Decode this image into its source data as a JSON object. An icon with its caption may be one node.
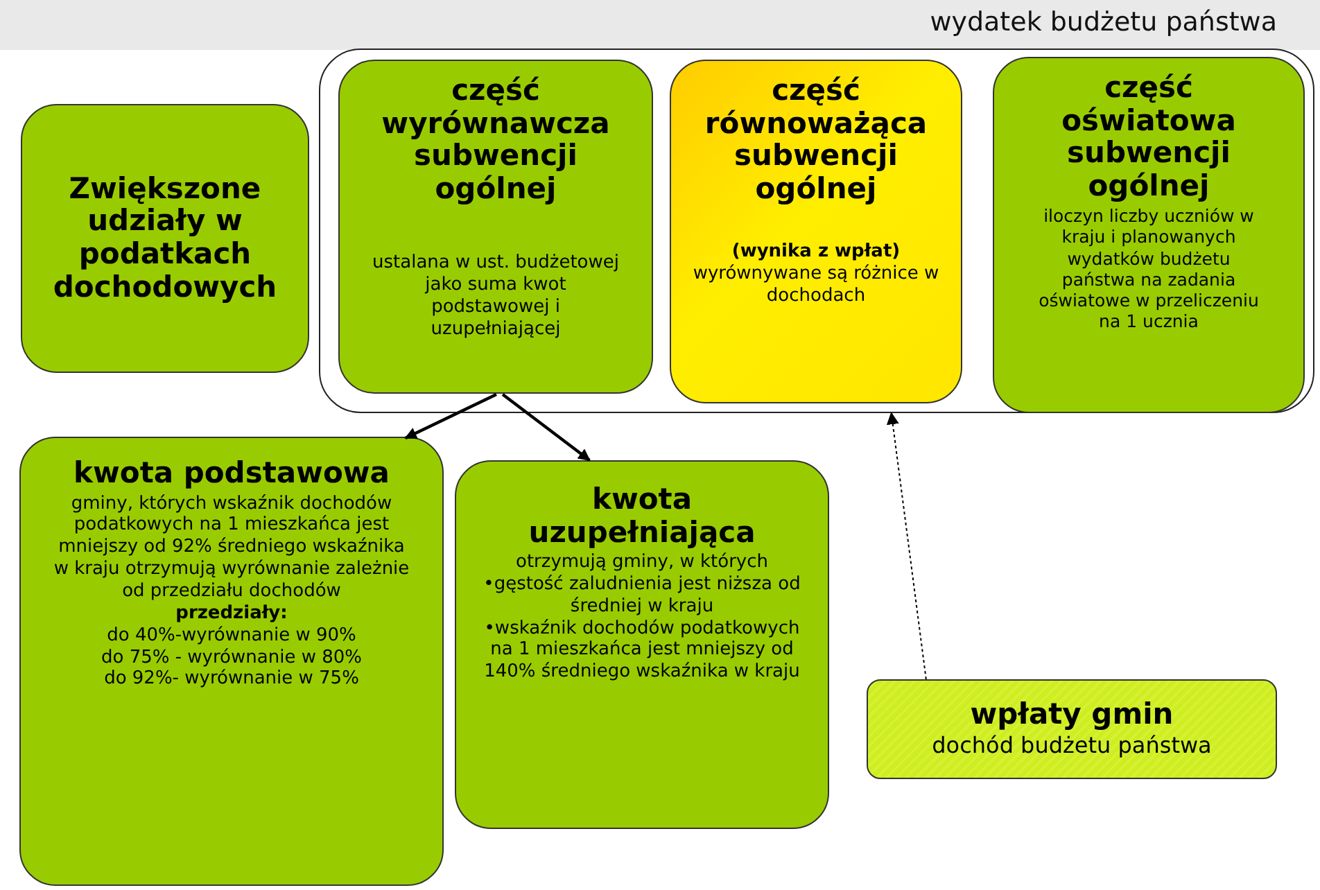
{
  "diagram": {
    "nodes": [
      {
        "text": [
          "wydatek budżetu państwa"
        ]
      },
      {
        "text": [
          "Zwiększone udziały w podatkach dochodowych"
        ]
      },
      {
        "text": [
          "część wyrównawcza subwencji ogólnej",
          "ustalana w ust. budżetowej jako suma kwot podstawowej i uzupełniającej"
        ],
        "in": 0
      },
      {
        "text": [
          "część równoważąca subwencji ogólnej",
          "(wynika z wpłat)",
          "wyrównywane są różnice w dochodach"
        ],
        "in": 0
      },
      {
        "text": [
          "część oświatowa subwencji ogólnej",
          "iloczyn liczby uczniów w kraju i planowanych wydatków budżetu państwa na zadania oświatowe w przeliczeniu na 1 ucznia"
        ],
        "in": 0
      },
      {
        "text": [
          "kwota podstawowa",
          "gminy, których wskaźnik dochodów podatkowych na 1 mieszkańca jest mniejszy od 92% średniego wskaźnika w kraju otrzymują wyrównanie zależnie od przedziału dochodów",
          "przedziały:",
          "do 40%-wyrównanie w 90%",
          "do 75% - wyrównanie w 80%",
          "do 92%- wyrównanie w 75%"
        ]
      },
      {
        "text": [
          "kwota uzupełniająca",
          "otrzymują gminy, w których",
          "•gęstość zaludnienia jest niższa od średniej w kraju",
          "•wskaźnik dochodów podatkowych na 1 mieszkańca jest mniejszy od 140% średniego wskaźnika w kraju"
        ]
      },
      {
        "text": [
          "wpłaty gmin",
          "dochód budżetu państwa"
        ]
      }
    ],
    "edges": [
      {
        "from": 2,
        "to": 5,
        "arrow": "to"
      },
      {
        "from": 2,
        "to": 6,
        "arrow": "to"
      },
      {
        "from": 7,
        "to": 0,
        "arrow": "to",
        "style": "dashed"
      }
    ]
  }
}
